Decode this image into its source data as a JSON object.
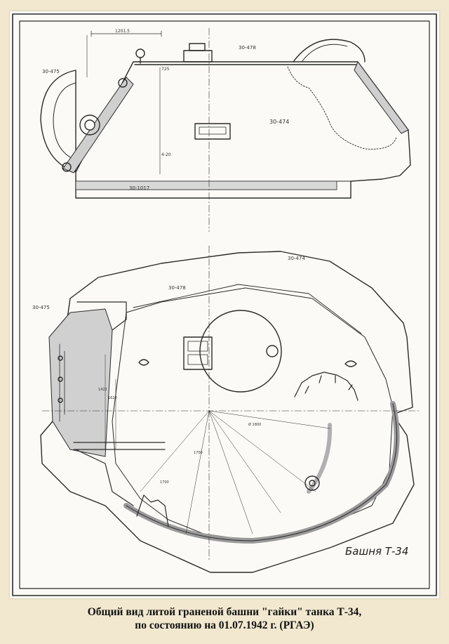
{
  "drawing": {
    "stamp": "Башня Т-34",
    "part_numbers": {
      "side_mantlet": "30-475",
      "side_roof": "30-478",
      "side_body": "30-474",
      "side_base": "30-1017",
      "top_body": "30-474",
      "top_roof": "30-478",
      "top_mantlet": "30-475"
    },
    "dimensions": {
      "side_top": "1201.5",
      "side_roof": "725",
      "side_height": "4-20",
      "top_dia1": "1422",
      "top_dia2": "1620",
      "top_dia3": "1700",
      "top_dia4": "1700",
      "top_diag": "Ø 1800"
    }
  },
  "caption": {
    "line1": "Общий вид литой граненой башни \"гайки\" танка Т-34,",
    "line2": "по состоянию на 01.07.1942 г. (РГАЭ)"
  },
  "colors": {
    "background": "#f1e8cf",
    "paper": "#fbfaf6",
    "ink": "#2a2a2a"
  }
}
